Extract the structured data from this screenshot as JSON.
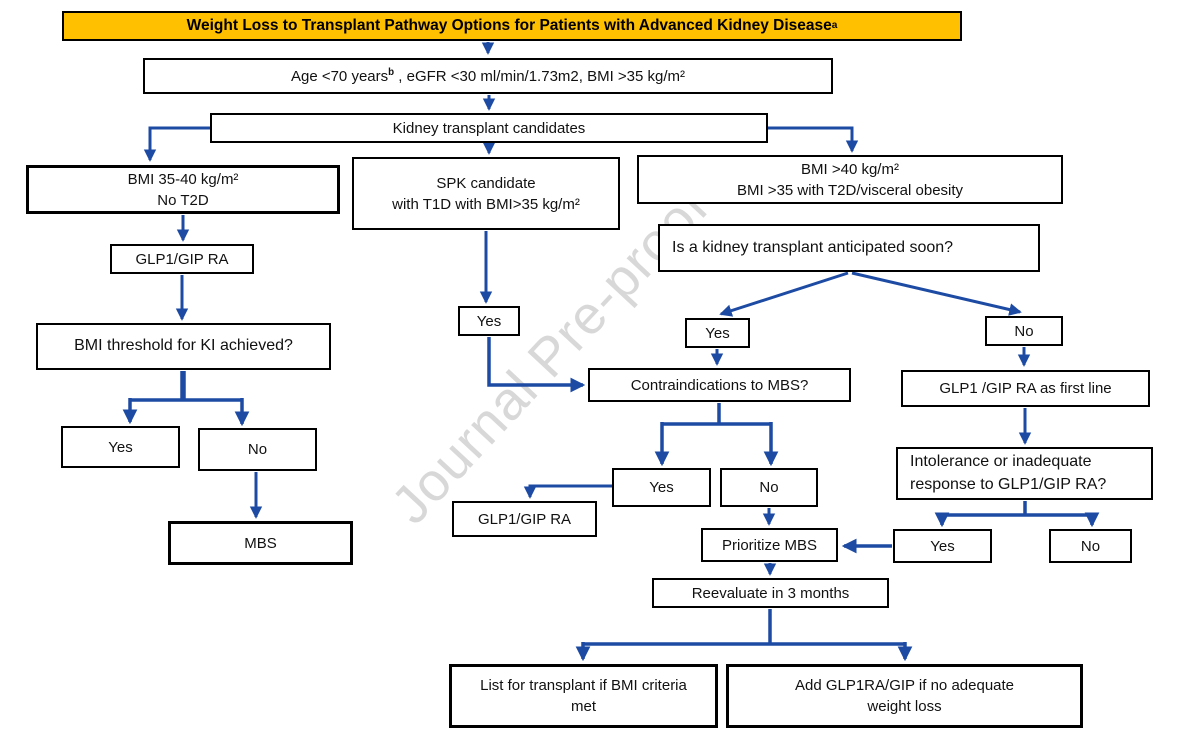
{
  "palette": {
    "title_bg": "#FFC000",
    "title_border": "#000000",
    "box_border": "#000000",
    "arrow_blue": "#1D4BA4",
    "watermark_gray": "#BFBFBF"
  },
  "watermark": "Journal Pre-proof",
  "title": {
    "text": "Weight Loss to Transplant Pathway Options for Patients with Advanced Kidney Disease",
    "superscript": "a"
  },
  "nodes": {
    "criteria": {
      "pre": "Age <70 years",
      "sup": "b",
      "post": " , eGFR <30 ml/min/1.73m2, BMI >35 kg/m²"
    },
    "candidates": "Kidney transplant candidates",
    "bmi_35_40": [
      "BMI 35-40 kg/m²",
      "No T2D"
    ],
    "glp1_gip_ra_left": "GLP1/GIP RA",
    "bmi_threshold": "BMI threshold for KI achieved?",
    "threshold_yes": "Yes",
    "threshold_no": "No",
    "mbs": "MBS",
    "spk": [
      "SPK candidate",
      "with T1D with BMI>35 kg/m²"
    ],
    "spk_yes": "Yes",
    "bmi_over_40": [
      "BMI >40 kg/m²",
      "BMI >35 with T2D/visceral obesity"
    ],
    "anticipated": "Is a kidney transplant anticipated soon?",
    "anticipated_yes": "Yes",
    "anticipated_no": "No",
    "contraindications": "Contraindications to MBS?",
    "contra_yes": "Yes",
    "contra_no": "No",
    "glp1_gip_ra_mid": "GLP1/GIP RA",
    "first_line": "GLP1 /GIP RA as first line",
    "intolerance": [
      "Intolerance or inadequate",
      "response to GLP1/GIP RA?"
    ],
    "intolerance_yes": "Yes",
    "intolerance_no": "No",
    "prioritize_mbs": "Prioritize MBS",
    "reevaluate": "Reevaluate in 3 months",
    "list_transplant": [
      "List for transplant if BMI criteria",
      "met"
    ],
    "add_glp1": [
      "Add GLP1RA/GIP if no adequate",
      "weight loss"
    ]
  }
}
